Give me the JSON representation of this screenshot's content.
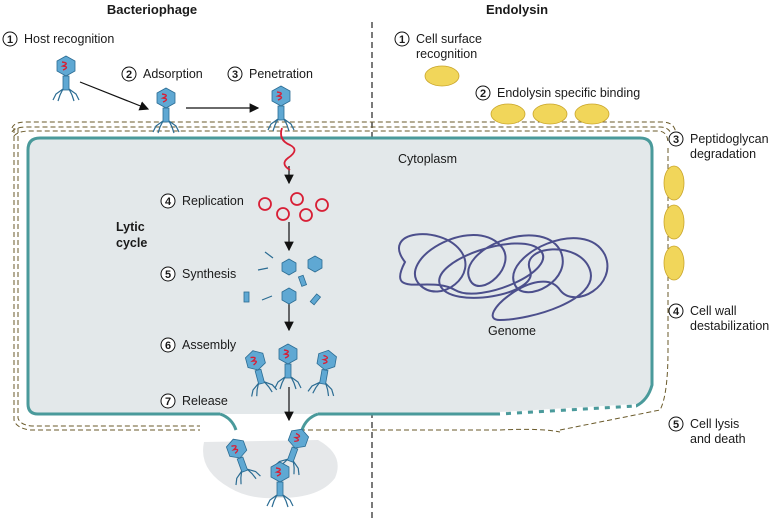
{
  "headers": {
    "bacteriophage": "Bacteriophage",
    "endolysin": "Endolysin"
  },
  "phage_steps": [
    {
      "num": "1",
      "label": "Host recognition"
    },
    {
      "num": "2",
      "label": "Adsorption"
    },
    {
      "num": "3",
      "label": "Penetration"
    },
    {
      "num": "4",
      "label": "Replication"
    },
    {
      "num": "5",
      "label": "Synthesis"
    },
    {
      "num": "6",
      "label": "Assembly"
    },
    {
      "num": "7",
      "label": "Release"
    }
  ],
  "lytic_cycle": {
    "line1": "Lytic",
    "line2": "cycle"
  },
  "endolysin_steps": [
    {
      "num": "1",
      "line1": "Cell surface",
      "line2": "recognition"
    },
    {
      "num": "2",
      "line1": "Endolysin specific binding",
      "line2": ""
    },
    {
      "num": "3",
      "line1": "Peptidoglycan",
      "line2": "degradation"
    },
    {
      "num": "4",
      "line1": "Cell wall",
      "line2": "destabilization"
    },
    {
      "num": "5",
      "line1": "Cell lysis",
      "line2": "and death"
    }
  ],
  "labels": {
    "cytoplasm": "Cytoplasm",
    "genome": "Genome"
  },
  "colors": {
    "cell_fill": "#e3e8ea",
    "membrane": "#4a9a9b",
    "wall_dash": "#6a5a2a",
    "phage_blue": "#5fa8d3",
    "phage_red": "#d81f36",
    "endolysin": "#f1d65a",
    "genome": "#4c4f8c",
    "debris": "#e6e8ea"
  }
}
